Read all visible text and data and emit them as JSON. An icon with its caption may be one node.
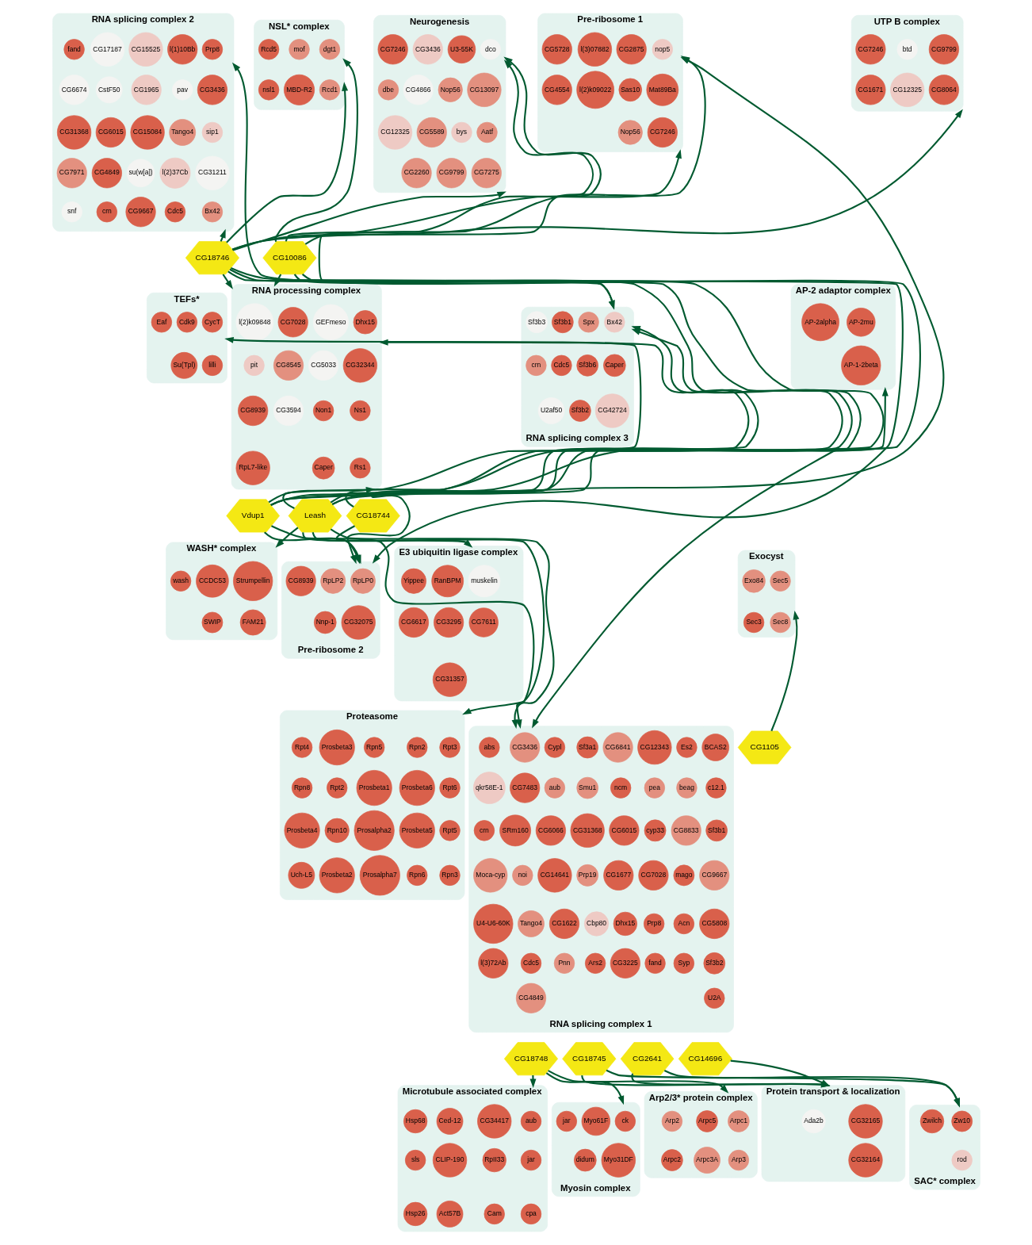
{
  "diagram": {
    "nodes": [
      {
        "text": [
          "RNA splicing complex 2"
        ]
      },
      {
        "text": [
          "Prp8"
        ],
        "in": 0
      },
      {
        "text": [
          "l(1)10Bb"
        ],
        "in": 0
      },
      {
        "text": [
          "CG15525"
        ],
        "in": 0
      },
      {
        "text": [
          "CG17187"
        ],
        "in": 0
      },
      {
        "text": [
          "fand"
        ],
        "in": 0
      },
      {
        "text": [
          "CG3436"
        ],
        "in": 0
      },
      {
        "text": [
          "pav"
        ],
        "in": 0
      },
      {
        "text": [
          "CG1965"
        ],
        "in": 0
      },
      {
        "text": [
          "CstF50"
        ],
        "in": 0
      },
      {
        "text": [
          "CG6674"
        ],
        "in": 0
      },
      {
        "text": [
          "sip1"
        ],
        "in": 0
      },
      {
        "text": [
          "Tango4"
        ],
        "in": 0
      },
      {
        "text": [
          "CG15084"
        ],
        "in": 0
      },
      {
        "text": [
          "CG6015"
        ],
        "in": 0
      },
      {
        "text": [
          "CG31368"
        ],
        "in": 0
      },
      {
        "text": [
          "CG31211"
        ],
        "in": 0
      },
      {
        "text": [
          "l(2)37Cb"
        ],
        "in": 0
      },
      {
        "text": [
          "su(w[a])"
        ],
        "in": 0
      },
      {
        "text": [
          "CG4849"
        ],
        "in": 0
      },
      {
        "text": [
          "CG7971"
        ],
        "in": 0
      },
      {
        "text": [
          "Bx42"
        ],
        "in": 0
      },
      {
        "text": [
          "Cdc5"
        ],
        "in": 0
      },
      {
        "text": [
          "CG9667"
        ],
        "in": 0
      },
      {
        "text": [
          "crn"
        ],
        "in": 0
      },
      {
        "text": [
          "snf"
        ],
        "in": 0
      },
      {
        "text": [
          "UTP B complex"
        ]
      },
      {
        "text": [
          "CG9799"
        ],
        "in": 26
      },
      {
        "text": [
          "btd"
        ],
        "in": 26
      },
      {
        "text": [
          "CG7246"
        ],
        "in": 26
      },
      {
        "text": [
          "CG8064"
        ],
        "in": 26
      },
      {
        "text": [
          "CG12325"
        ],
        "in": 26
      },
      {
        "text": [
          "CG1671"
        ],
        "in": 26
      },
      {
        "text": [
          "NSL* complex"
        ]
      },
      {
        "text": [
          "dgt1"
        ],
        "in": 33
      },
      {
        "text": [
          "mof"
        ],
        "in": 33
      },
      {
        "text": [
          "Rcd5"
        ],
        "in": 33
      },
      {
        "text": [
          "Rcd1"
        ],
        "in": 33
      },
      {
        "text": [
          "MBD-R2"
        ],
        "in": 33
      },
      {
        "text": [
          "nsl1"
        ],
        "in": 33
      },
      {
        "text": [
          "Neurogenesis"
        ]
      },
      {
        "text": [
          "dco"
        ],
        "in": 40
      },
      {
        "text": [
          "U3-55K"
        ],
        "in": 40
      },
      {
        "text": [
          "CG3436"
        ],
        "in": 40
      },
      {
        "text": [
          "CG7246"
        ],
        "in": 40
      },
      {
        "text": [
          "CG13097"
        ],
        "in": 40
      },
      {
        "text": [
          "Nop56"
        ],
        "in": 40
      },
      {
        "text": [
          "CG4866"
        ],
        "in": 40
      },
      {
        "text": [
          "dbe"
        ],
        "in": 40
      },
      {
        "text": [
          "Aatf"
        ],
        "in": 40
      },
      {
        "text": [
          "bys"
        ],
        "in": 40
      },
      {
        "text": [
          "CG5589"
        ],
        "in": 40
      },
      {
        "text": [
          "CG12325"
        ],
        "in": 40
      },
      {
        "text": [
          "CG7275"
        ],
        "in": 40
      },
      {
        "text": [
          "CG9799"
        ],
        "in": 40
      },
      {
        "text": [
          "CG2260"
        ],
        "in": 40
      },
      {
        "text": [
          "Pre-ribosome 1"
        ]
      },
      {
        "text": [
          "nop5"
        ],
        "in": 56
      },
      {
        "text": [
          "CG2875"
        ],
        "in": 56
      },
      {
        "text": [
          "l(3)07882"
        ],
        "in": 56
      },
      {
        "text": [
          "CG5728"
        ],
        "in": 56
      },
      {
        "text": [
          "Mat89Ba"
        ],
        "in": 56
      },
      {
        "text": [
          "Sas10"
        ],
        "in": 56
      },
      {
        "text": [
          "l(2)k09022"
        ],
        "in": 56
      },
      {
        "text": [
          "CG4554"
        ],
        "in": 56
      },
      {
        "text": [
          "CG7246"
        ],
        "in": 56
      },
      {
        "text": [
          "Nop56"
        ],
        "in": 56
      },
      {
        "text": [
          "TEFs*"
        ]
      },
      {
        "text": [
          "CycT"
        ],
        "in": 67
      },
      {
        "text": [
          "Cdk9"
        ],
        "in": 67
      },
      {
        "text": [
          "Eaf"
        ],
        "in": 67
      },
      {
        "text": [
          "lilli"
        ],
        "in": 67
      },
      {
        "text": [
          "Su(Tpl)"
        ],
        "in": 67
      },
      {
        "text": [
          "AP-2 adaptor complex"
        ]
      },
      {
        "text": [
          "AP-2mu"
        ],
        "in": 73
      },
      {
        "text": [
          "AP-2alpha"
        ],
        "in": 73
      },
      {
        "text": [
          "AP-1-2beta"
        ],
        "in": 73
      },
      {
        "text": [
          "CG18746"
        ]
      },
      {
        "text": [
          "CG10086"
        ]
      },
      {
        "text": [
          "RNA processing complex"
        ]
      },
      {
        "text": [
          "l(2)k09848"
        ],
        "in": 79
      },
      {
        "text": [
          "Dhx15"
        ],
        "in": 79
      },
      {
        "text": [
          "GEFmeso"
        ],
        "in": 79
      },
      {
        "text": [
          "CG7028"
        ],
        "in": 79
      },
      {
        "text": [
          "pit"
        ],
        "in": 79
      },
      {
        "text": [
          "CG32344"
        ],
        "in": 79
      },
      {
        "text": [
          "CG5033"
        ],
        "in": 79
      },
      {
        "text": [
          "CG8545"
        ],
        "in": 79
      },
      {
        "text": [
          "CG8939"
        ],
        "in": 79
      },
      {
        "text": [
          "Ns1"
        ],
        "in": 79
      },
      {
        "text": [
          "Non1"
        ],
        "in": 79
      },
      {
        "text": [
          "CG3594"
        ],
        "in": 79
      },
      {
        "text": [
          "RpL7-like"
        ],
        "in": 79
      },
      {
        "text": [
          "Rs1"
        ],
        "in": 79
      },
      {
        "text": [
          "Caper"
        ],
        "in": 79
      },
      {
        "text": [
          "WASH* complex"
        ]
      },
      {
        "text": [
          "Strumpellin"
        ],
        "in": 95
      },
      {
        "text": [
          "CCDC53"
        ],
        "in": 95
      },
      {
        "text": [
          "wash"
        ],
        "in": 95
      },
      {
        "text": [
          "FAM21"
        ],
        "in": 95
      },
      {
        "text": [
          "SWIP"
        ],
        "in": 95
      },
      {
        "text": [
          "RNA splicing complex 3"
        ]
      },
      {
        "text": [
          "Bx42"
        ],
        "in": 101
      },
      {
        "text": [
          "Spx"
        ],
        "in": 101
      },
      {
        "text": [
          "Sf3b1"
        ],
        "in": 101
      },
      {
        "text": [
          "Sf3b3"
        ],
        "in": 101
      },
      {
        "text": [
          "Caper"
        ],
        "in": 101
      },
      {
        "text": [
          "Sf3b6"
        ],
        "in": 101
      },
      {
        "text": [
          "Cdc5"
        ],
        "in": 101
      },
      {
        "text": [
          "crn"
        ],
        "in": 101
      },
      {
        "text": [
          "CG42724"
        ],
        "in": 101
      },
      {
        "text": [
          "Sf3b2"
        ],
        "in": 101
      },
      {
        "text": [
          "U2af50"
        ],
        "in": 101
      },
      {
        "text": [
          "Vdup1"
        ]
      },
      {
        "text": [
          "Leash"
        ]
      },
      {
        "text": [
          "Pre-ribosome 2"
        ]
      },
      {
        "text": [
          "RpLP0"
        ],
        "in": 115
      },
      {
        "text": [
          "RpLP2"
        ],
        "in": 115
      },
      {
        "text": [
          "CG8939"
        ],
        "in": 115
      },
      {
        "text": [
          "CG32075"
        ],
        "in": 115
      },
      {
        "text": [
          "Nnp-1"
        ],
        "in": 115
      },
      {
        "text": [
          "CG18744"
        ]
      },
      {
        "text": [
          "E3 ubiquitin ligase complex"
        ]
      },
      {
        "text": [
          "muskelin"
        ],
        "in": 122
      },
      {
        "text": [
          "RanBPM"
        ],
        "in": 122
      },
      {
        "text": [
          "Yippee"
        ],
        "in": 122
      },
      {
        "text": [
          "CG7611"
        ],
        "in": 122
      },
      {
        "text": [
          "CG3295"
        ],
        "in": 122
      },
      {
        "text": [
          "CG6617"
        ],
        "in": 122
      },
      {
        "text": [
          "CG31357"
        ],
        "in": 122
      },
      {
        "text": [
          "Proteasome"
        ]
      },
      {
        "text": [
          "Rpt3"
        ],
        "in": 130
      },
      {
        "text": [
          "Rpn2"
        ],
        "in": 130
      },
      {
        "text": [
          "Rpn5"
        ],
        "in": 130
      },
      {
        "text": [
          "Prosbeta3"
        ],
        "in": 130
      },
      {
        "text": [
          "Rpt4"
        ],
        "in": 130
      },
      {
        "text": [
          "Rpt6"
        ],
        "in": 130
      },
      {
        "text": [
          "Prosbeta6"
        ],
        "in": 130
      },
      {
        "text": [
          "Prosbeta1"
        ],
        "in": 130
      },
      {
        "text": [
          "Rpt2"
        ],
        "in": 130
      },
      {
        "text": [
          "Rpn8"
        ],
        "in": 130
      },
      {
        "text": [
          "Rpt5"
        ],
        "in": 130
      },
      {
        "text": [
          "Prosbeta5"
        ],
        "in": 130
      },
      {
        "text": [
          "Prosalpha2"
        ],
        "in": 130
      },
      {
        "text": [
          "Rpn10"
        ],
        "in": 130
      },
      {
        "text": [
          "Prosbeta4"
        ],
        "in": 130
      },
      {
        "text": [
          "Rpn3"
        ],
        "in": 130
      },
      {
        "text": [
          "Rpn6"
        ],
        "in": 130
      },
      {
        "text": [
          "Prosalpha7"
        ],
        "in": 130
      },
      {
        "text": [
          "Prosbeta2"
        ],
        "in": 130
      },
      {
        "text": [
          "Uch-L5"
        ],
        "in": 130
      },
      {
        "text": [
          "Exocyst"
        ]
      },
      {
        "text": [
          "Sec5"
        ],
        "in": 151
      },
      {
        "text": [
          "Exo84"
        ],
        "in": 151
      },
      {
        "text": [
          "Sec8"
        ],
        "in": 151
      },
      {
        "text": [
          "Sec3"
        ],
        "in": 151
      },
      {
        "text": [
          "RNA splicing complex 1"
        ]
      },
      {
        "text": [
          "CG3436"
        ],
        "in": 156
      },
      {
        "text": [
          "BCAS2"
        ],
        "in": 156
      },
      {
        "text": [
          "Es2"
        ],
        "in": 156
      },
      {
        "text": [
          "CG12343"
        ],
        "in": 156
      },
      {
        "text": [
          "CG6841"
        ],
        "in": 156
      },
      {
        "text": [
          "Sf3a1"
        ],
        "in": 156
      },
      {
        "text": [
          "Cypl"
        ],
        "in": 156
      },
      {
        "text": [
          "abs"
        ],
        "in": 156
      },
      {
        "text": [
          "CG7483"
        ],
        "in": 156
      },
      {
        "text": [
          "c12.1"
        ],
        "in": 156
      },
      {
        "text": [
          "beag"
        ],
        "in": 156
      },
      {
        "text": [
          "pea"
        ],
        "in": 156
      },
      {
        "text": [
          "ncm"
        ],
        "in": 156
      },
      {
        "text": [
          "Smu1"
        ],
        "in": 156
      },
      {
        "text": [
          "aub"
        ],
        "in": 156
      },
      {
        "text": [
          "qkr58E-1"
        ],
        "in": 156
      },
      {
        "text": [
          "SRm160"
        ],
        "in": 156
      },
      {
        "text": [
          "Sf3b1"
        ],
        "in": 156
      },
      {
        "text": [
          "CG8833"
        ],
        "in": 156
      },
      {
        "text": [
          "cyp33"
        ],
        "in": 156
      },
      {
        "text": [
          "CG6015"
        ],
        "in": 156
      },
      {
        "text": [
          "CG31368"
        ],
        "in": 156
      },
      {
        "text": [
          "CG6066"
        ],
        "in": 156
      },
      {
        "text": [
          "crn"
        ],
        "in": 156
      },
      {
        "text": [
          "noi"
        ],
        "in": 156
      },
      {
        "text": [
          "CG9667"
        ],
        "in": 156
      },
      {
        "text": [
          "mago"
        ],
        "in": 156
      },
      {
        "text": [
          "CG7028"
        ],
        "in": 156
      },
      {
        "text": [
          "CG1677"
        ],
        "in": 156
      },
      {
        "text": [
          "Prp19"
        ],
        "in": 156
      },
      {
        "text": [
          "CG14641"
        ],
        "in": 156
      },
      {
        "text": [
          "Moca-cyp"
        ],
        "in": 156
      },
      {
        "text": [
          "Tango4"
        ],
        "in": 156
      },
      {
        "text": [
          "CG5808"
        ],
        "in": 156
      },
      {
        "text": [
          "Acn"
        ],
        "in": 156
      },
      {
        "text": [
          "Prp8"
        ],
        "in": 156
      },
      {
        "text": [
          "Dhx15"
        ],
        "in": 156
      },
      {
        "text": [
          "Cbp80"
        ],
        "in": 156
      },
      {
        "text": [
          "CG1622"
        ],
        "in": 156
      },
      {
        "text": [
          "U4-U6-60K"
        ],
        "in": 156
      },
      {
        "text": [
          "Cdc5"
        ],
        "in": 156
      },
      {
        "text": [
          "Sf3b2"
        ],
        "in": 156
      },
      {
        "text": [
          "Syp"
        ],
        "in": 156
      },
      {
        "text": [
          "fand"
        ],
        "in": 156
      },
      {
        "text": [
          "CG3225"
        ],
        "in": 156
      },
      {
        "text": [
          "Ars2"
        ],
        "in": 156
      },
      {
        "text": [
          "Pnn"
        ],
        "in": 156
      },
      {
        "text": [
          "l(3)72Ab"
        ],
        "in": 156
      },
      {
        "text": [
          "CG4849"
        ],
        "in": 156
      },
      {
        "text": [
          "U2A"
        ],
        "in": 156
      },
      {
        "text": [
          "CG1105"
        ]
      },
      {
        "text": [
          "Microtubule associated complex"
        ]
      },
      {
        "text": [
          "aub"
        ],
        "in": 208
      },
      {
        "text": [
          "CG34417"
        ],
        "in": 208
      },
      {
        "text": [
          "Ced-12"
        ],
        "in": 208
      },
      {
        "text": [
          "Hsp68"
        ],
        "in": 208
      },
      {
        "text": [
          "jar"
        ],
        "in": 208
      },
      {
        "text": [
          "RpII33"
        ],
        "in": 208
      },
      {
        "text": [
          "CLIP-190"
        ],
        "in": 208
      },
      {
        "text": [
          "sls"
        ],
        "in": 208
      },
      {
        "text": [
          "cpa"
        ],
        "in": 208
      },
      {
        "text": [
          "Cam"
        ],
        "in": 208
      },
      {
        "text": [
          "Act57B"
        ],
        "in": 208
      },
      {
        "text": [
          "Hsp26"
        ],
        "in": 208
      },
      {
        "text": [
          "CG18748"
        ]
      },
      {
        "text": [
          "Protein transport & localization"
        ]
      },
      {
        "text": [
          "CG32165"
        ],
        "in": 222
      },
      {
        "text": [
          "Ada2b"
        ],
        "in": 222
      },
      {
        "text": [
          "CG32164"
        ],
        "in": 222
      },
      {
        "text": [
          "CG18745"
        ]
      },
      {
        "text": [
          "CG14696"
        ]
      },
      {
        "text": [
          "Myosin complex"
        ]
      },
      {
        "text": [
          "ck"
        ],
        "in": 228
      },
      {
        "text": [
          "Myo61F"
        ],
        "in": 228
      },
      {
        "text": [
          "jar"
        ],
        "in": 228
      },
      {
        "text": [
          "Myo31DF"
        ],
        "in": 228
      },
      {
        "text": [
          "didum"
        ],
        "in": 228
      },
      {
        "text": [
          "Arp2/3* protein complex"
        ]
      },
      {
        "text": [
          "Arpc1"
        ],
        "in": 234
      },
      {
        "text": [
          "Arpc5"
        ],
        "in": 234
      },
      {
        "text": [
          "Arp2"
        ],
        "in": 234
      },
      {
        "text": [
          "Arp3"
        ],
        "in": 234
      },
      {
        "text": [
          "Arpc3A"
        ],
        "in": 234
      },
      {
        "text": [
          "Arpc2"
        ],
        "in": 234
      },
      {
        "text": [
          "SAC* complex"
        ]
      },
      {
        "text": [
          "Zw10"
        ],
        "in": 241
      },
      {
        "text": [
          "Zwilch"
        ],
        "in": 241
      },
      {
        "text": [
          "rod"
        ],
        "in": 241
      },
      {
        "text": [
          "CG2641"
        ]
      }
    ],
    "edges": [
      {
        "from": 77,
        "to": 0,
        "arrow": "to"
      },
      {
        "from": 77,
        "to": 26,
        "arrow": "to"
      },
      {
        "from": 77,
        "to": 33,
        "arrow": "to"
      },
      {
        "from": 77,
        "to": 40,
        "arrow": "to"
      },
      {
        "from": 77,
        "to": 56,
        "arrow": "to"
      },
      {
        "from": 77,
        "to": 79,
        "arrow": "to"
      },
      {
        "from": 77,
        "to": 101,
        "arrow": "to"
      },
      {
        "from": 77,
        "to": 115,
        "arrow": "to"
      },
      {
        "from": 77,
        "to": 156,
        "arrow": "to"
      },
      {
        "from": 78,
        "to": 33,
        "arrow": "to"
      },
      {
        "from": 78,
        "to": 40,
        "arrow": "to"
      },
      {
        "from": 78,
        "to": 56,
        "arrow": "to"
      },
      {
        "from": 78,
        "to": 79,
        "arrow": "to"
      },
      {
        "from": 78,
        "to": 101,
        "arrow": "to"
      },
      {
        "from": 78,
        "to": 115,
        "arrow": "to"
      },
      {
        "from": 113,
        "to": 40,
        "arrow": "to"
      },
      {
        "from": 113,
        "to": 56,
        "arrow": "to"
      },
      {
        "from": 113,
        "to": 79,
        "arrow": "to"
      },
      {
        "from": 113,
        "to": 101,
        "arrow": "to"
      },
      {
        "from": 113,
        "to": 115,
        "arrow": "to"
      },
      {
        "from": 113,
        "to": 156,
        "arrow": "to"
      },
      {
        "from": 114,
        "to": 0,
        "arrow": "to"
      },
      {
        "from": 114,
        "to": 67,
        "arrow": "to"
      },
      {
        "from": 114,
        "to": 73,
        "arrow": "to"
      },
      {
        "from": 114,
        "to": 95,
        "arrow": "to"
      },
      {
        "from": 114,
        "to": 101,
        "arrow": "to"
      },
      {
        "from": 114,
        "to": 122,
        "arrow": "to"
      },
      {
        "from": 114,
        "to": 130,
        "arrow": "to"
      },
      {
        "from": 114,
        "to": 156,
        "arrow": "to"
      },
      {
        "from": 121,
        "to": 79,
        "arrow": "to"
      },
      {
        "from": 121,
        "to": 115,
        "arrow": "to"
      },
      {
        "from": 207,
        "to": 151,
        "arrow": "to"
      },
      {
        "from": 221,
        "to": 208,
        "arrow": "to"
      },
      {
        "from": 221,
        "to": 228,
        "arrow": "to"
      },
      {
        "from": 221,
        "to": 234,
        "arrow": "to"
      },
      {
        "from": 226,
        "to": 222,
        "arrow": "to"
      },
      {
        "from": 226,
        "to": 241,
        "arrow": "to"
      },
      {
        "from": 227,
        "to": 222,
        "arrow": "to"
      },
      {
        "from": 245,
        "to": 241,
        "arrow": "to"
      },
      {
        "from": 245,
        "to": 222,
        "arrow": "to"
      }
    ]
  }
}
